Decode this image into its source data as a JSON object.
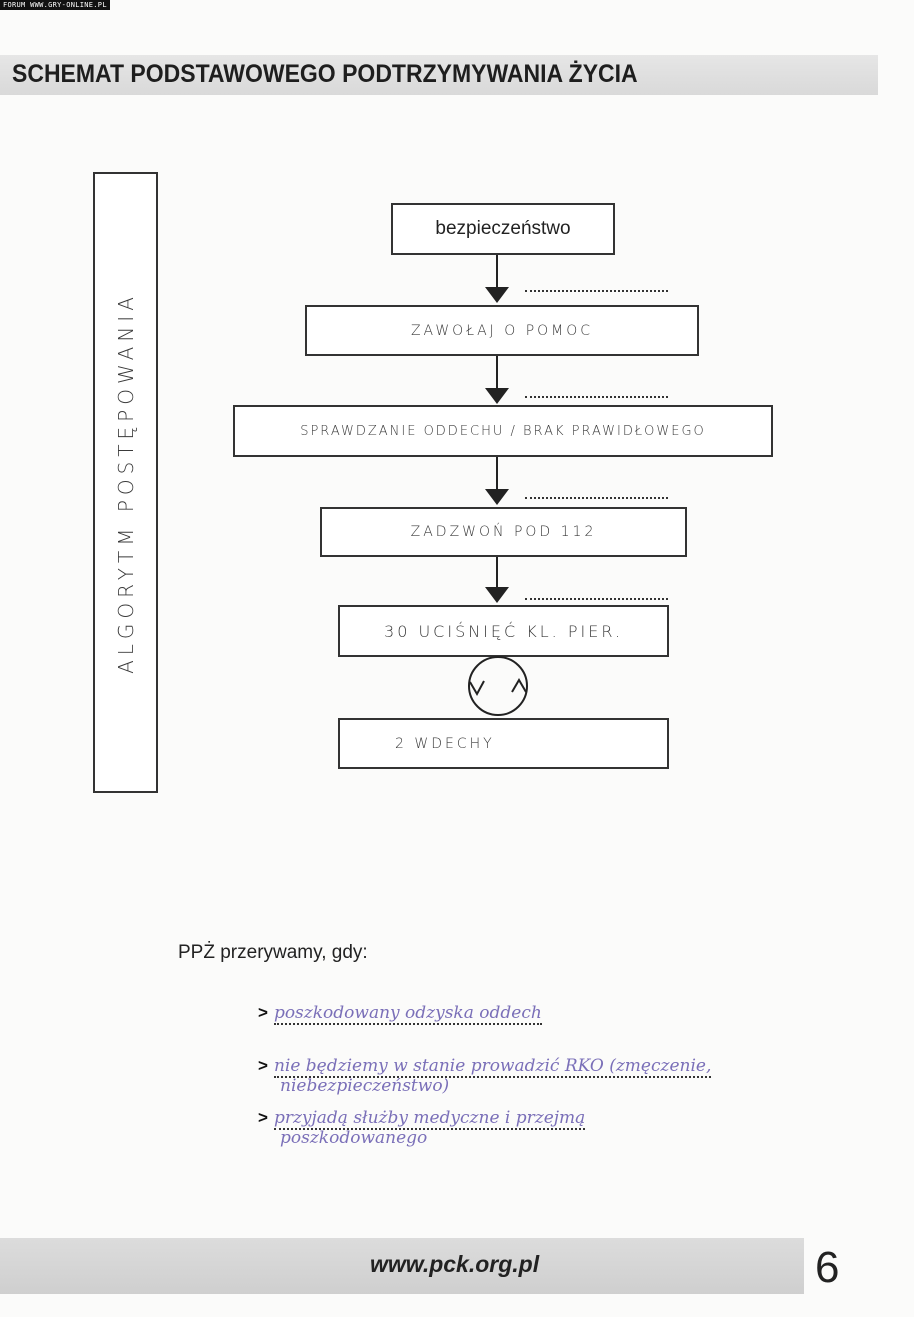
{
  "watermark": "FORUM WWW.GRY-ONLINE.PL",
  "title": "SCHEMAT PODSTAWOWEGO PODTRZYMYWANIA ŻYCIA",
  "side_label": "ALGORYTM POSTĘPOWANIA",
  "flow": {
    "step1": "bezpieczeństwo",
    "step2": "ZAWOŁAJ O POMOC",
    "step3": "SPRAWDZANIE ODDECHU / BRAK PRAWIDŁOWEGO",
    "step4": "ZADZWOŃ POD 112",
    "step5": "30 UCIŚNIĘĆ KL. PIER.",
    "step6": "2 WDECHY"
  },
  "stop": {
    "heading": "PPŻ przerywamy, gdy:",
    "bullet": ">",
    "items": [
      {
        "line1": "poszkodowany odzyska oddech",
        "line2": ""
      },
      {
        "line1": "nie będziemy w stanie prowadzić RKO (zmęczenie,",
        "line2": "niebezpieczeństwo)"
      },
      {
        "line1": "przyjadą służby medyczne i przejmą",
        "line2": "poszkodowanego"
      }
    ]
  },
  "footer": {
    "url": "www.pck.org.pl",
    "page": "6"
  }
}
